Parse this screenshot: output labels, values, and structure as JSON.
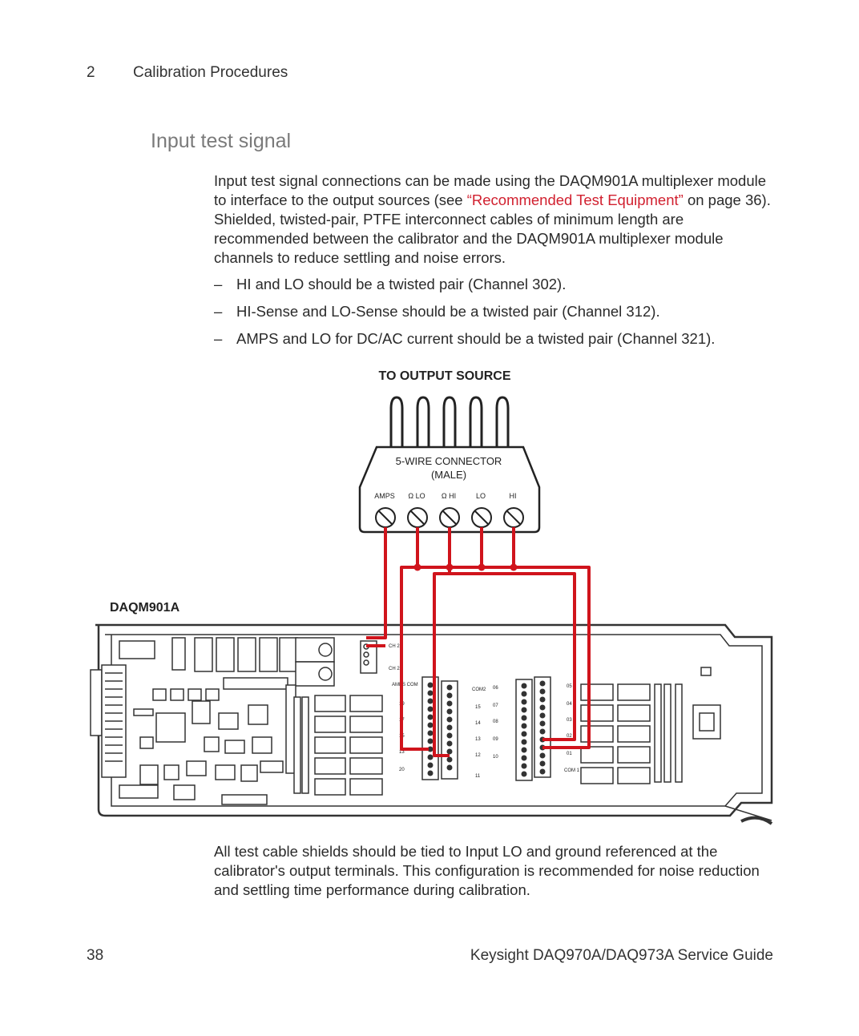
{
  "header": {
    "chapter_number": "2",
    "chapter_title": "Calibration Procedures"
  },
  "section": {
    "title": "Input test signal"
  },
  "intro": {
    "text_before_link": "Input test signal connections can be made using the DAQM901A multiplexer module to interface to the output sources (see ",
    "link_text": "“Recommended Test Equipment”",
    "text_after_link": " on page 36). Shielded, twisted-pair, PTFE interconnect cables of minimum length are recommended between the calibrator and the DAQM901A multiplexer module channels to reduce settling and noise errors."
  },
  "bullets": [
    {
      "dash": "–",
      "text": "HI and LO should be a twisted pair (Channel 302)."
    },
    {
      "dash": "–",
      "text": "HI-Sense and LO-Sense should be a twisted pair (Channel 312)."
    },
    {
      "dash": "–",
      "text": "AMPS and LO for DC/AC current should be a twisted pair (Channel 321)."
    }
  ],
  "figure": {
    "source_label": "TO OUTPUT SOURCE",
    "connector_line1": "5-WIRE CONNECTOR",
    "connector_line2": "(MALE)",
    "terminals": [
      "AMPS",
      "Ω LO",
      "Ω HI",
      "LO",
      "HI"
    ],
    "module_label": "DAQM901A",
    "ch_labels": [
      "CH 2",
      "CH 22"
    ],
    "com_labels": [
      "AMPS COM",
      "COM2",
      "COM 1"
    ],
    "channel_numbers_left": [
      "19",
      "17",
      "15",
      "13",
      "20"
    ],
    "channel_numbers_mid": [
      "15",
      "14",
      "13",
      "12",
      "11"
    ],
    "channel_numbers_right": [
      "06",
      "07",
      "08",
      "09",
      "10"
    ],
    "channel_numbers_far": [
      "05",
      "04",
      "03",
      "02",
      "01"
    ],
    "wire_color": "#d0141c"
  },
  "outro": {
    "text": "All test cable shields should be tied to Input LO and ground referenced at the calibrator's output terminals. This configuration is recommended for noise reduction and settling time performance during calibration."
  },
  "footer": {
    "page_number": "38",
    "doc_title": "Keysight DAQ970A/DAQ973A Service Guide"
  }
}
